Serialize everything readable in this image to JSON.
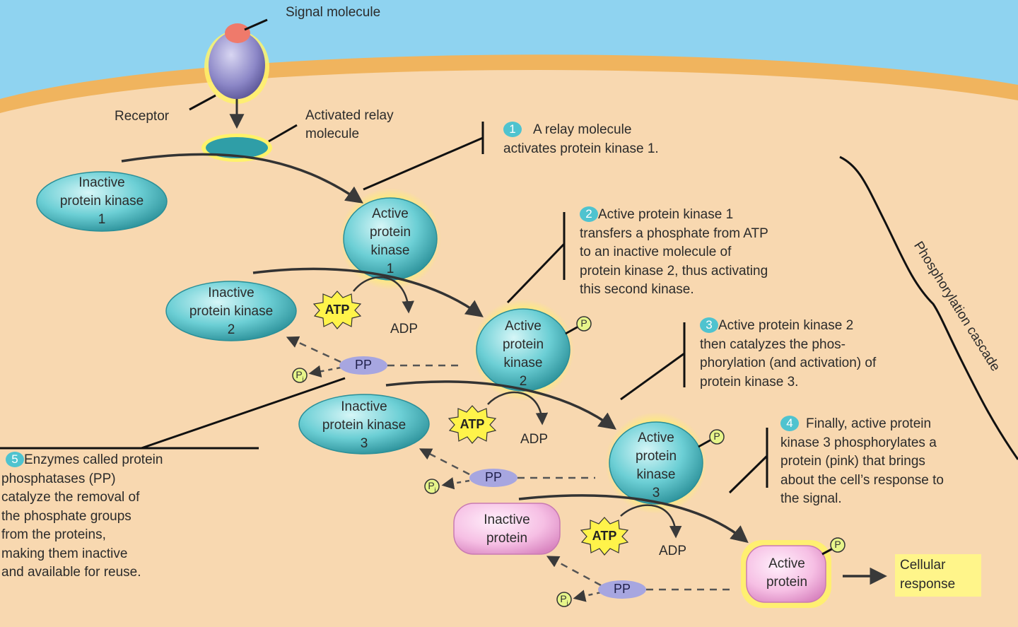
{
  "labels": {
    "signal_molecule": "Signal molecule",
    "receptor": "Receptor",
    "activated_relay": [
      "Activated relay",
      "molecule"
    ],
    "inactive_kinase1": [
      "Inactive",
      "protein kinase",
      "1"
    ],
    "active_kinase1": [
      "Active",
      "protein",
      "kinase",
      "1"
    ],
    "inactive_kinase2": [
      "Inactive",
      "protein kinase",
      "2"
    ],
    "active_kinase2": [
      "Active",
      "protein",
      "kinase",
      "2"
    ],
    "inactive_kinase3": [
      "Inactive",
      "protein kinase",
      "3"
    ],
    "active_kinase3": [
      "Active",
      "protein",
      "kinase",
      "3"
    ],
    "inactive_protein": [
      "Inactive",
      "protein"
    ],
    "active_protein": [
      "Active",
      "protein"
    ],
    "atp": "ATP",
    "adp": "ADP",
    "pp": "PP",
    "p": "P",
    "pi_sub": "i",
    "cellular_response": [
      "Cellular",
      "response"
    ],
    "cascade": "Phosphorylation cascade"
  },
  "steps": [
    {
      "num": "1",
      "lines": [
        "A relay molecule",
        "activates protein kinase 1."
      ]
    },
    {
      "num": "2",
      "lines": [
        "Active protein kinase 1",
        "transfers a phosphate from ATP",
        "to an inactive molecule of",
        "protein kinase 2, thus activating",
        "this second kinase."
      ]
    },
    {
      "num": "3",
      "lines": [
        "Active protein kinase 2",
        "then catalyzes the phos-",
        "phorylation (and activation) of",
        "protein kinase 3."
      ]
    },
    {
      "num": "4",
      "lines": [
        "Finally, active protein",
        "kinase 3 phosphorylates a",
        "protein (pink) that brings",
        "about the cell’s response to",
        "the signal."
      ]
    },
    {
      "num": "5",
      "lines": [
        "Enzymes called protein",
        "phosphatases (PP)",
        "catalyze the removal of",
        "the phosphate groups",
        "from the proteins,",
        "making them inactive",
        "and available for reuse."
      ]
    }
  ],
  "colors": {
    "extracellular": "#8fd3f0",
    "membrane": "#f0b45e",
    "cytoplasm": "#f8d8b0",
    "kinase": "#3fb5bd",
    "glow": "#fff26a",
    "inactive_protein": "#f6b8e2",
    "phosphatase": "#a7a6e0",
    "atp_star": "#fff34a"
  }
}
